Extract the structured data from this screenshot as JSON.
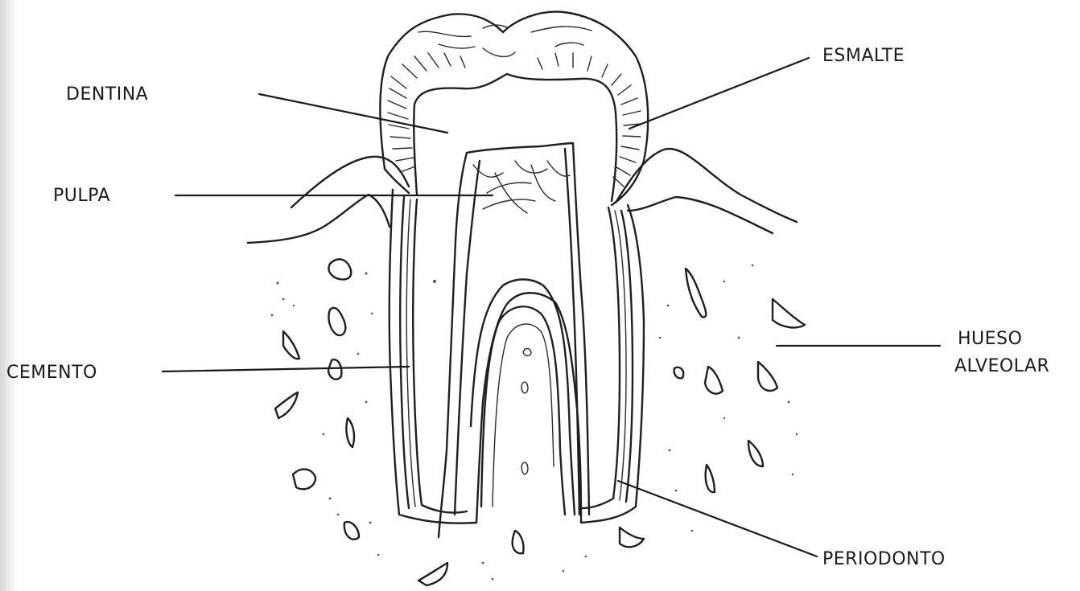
{
  "labels": {
    "dentina": "DENTINA",
    "esmalte": "ESMALTE",
    "pulpa": "PULPA",
    "cemento": "CEMENTO",
    "hueso_line1": "HUESO",
    "hueso_line2": "ALVEOLAR",
    "periodonto": "PERIODONTO"
  },
  "colors": {
    "ink": "#1f1f1f",
    "paper": "#ffffff"
  }
}
